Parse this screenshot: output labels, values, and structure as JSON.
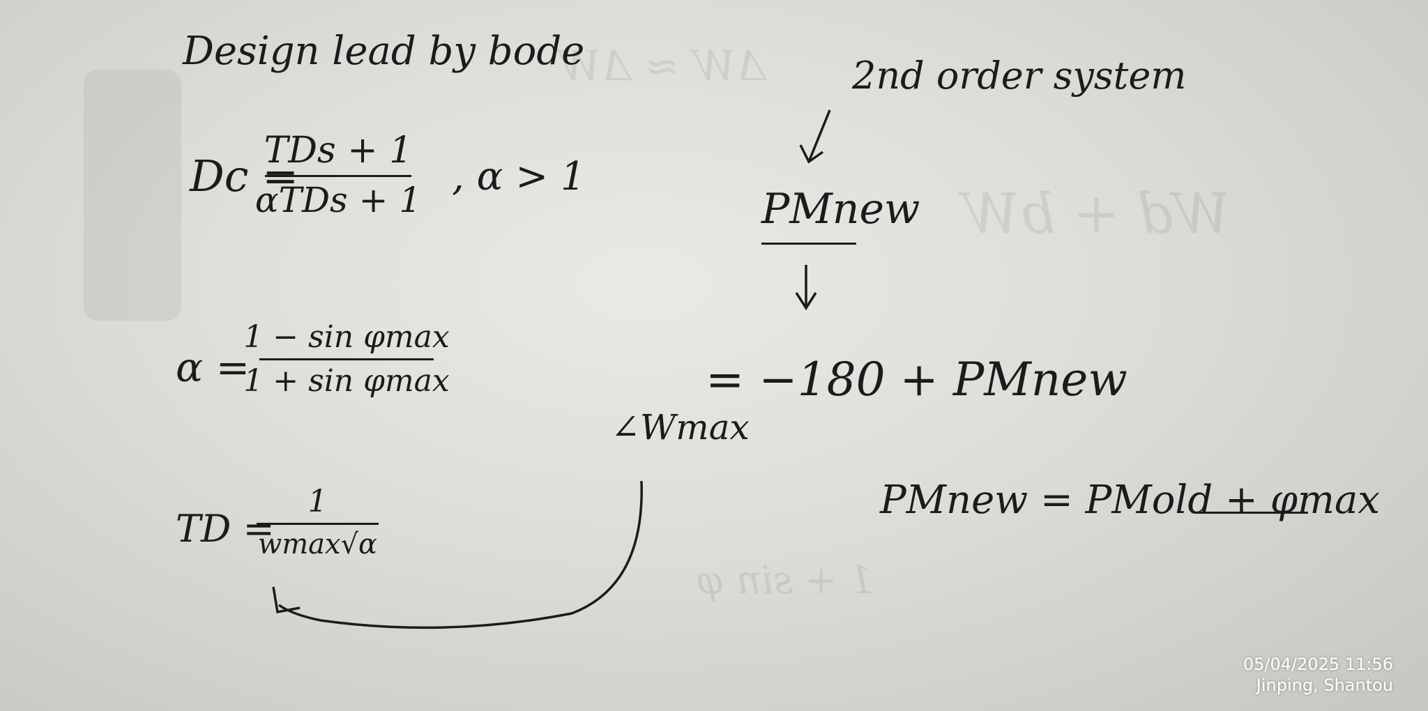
{
  "title": "Design lead by bode",
  "dc": {
    "lhs": "Dc =",
    "num": "TDs + 1",
    "den": "αTDs + 1",
    "condition": ", α > 1"
  },
  "alpha": {
    "lhs": "α =",
    "num": "1 − sin φmax",
    "den": "1 + sin φmax"
  },
  "td": {
    "lhs": "TD =",
    "num": "1",
    "den": "wmax√α"
  },
  "system": {
    "label": "2nd order system",
    "pm_new": "PMnew"
  },
  "angle_eq": {
    "lhs": "∠Wmax",
    "rhs": "= −180 + PMnew"
  },
  "pm_eq": {
    "text": "PMnew = PMold + φmax"
  },
  "timestamp": {
    "date_time": "05/04/2025 11:56",
    "location": "Jinping, Shantou"
  }
}
